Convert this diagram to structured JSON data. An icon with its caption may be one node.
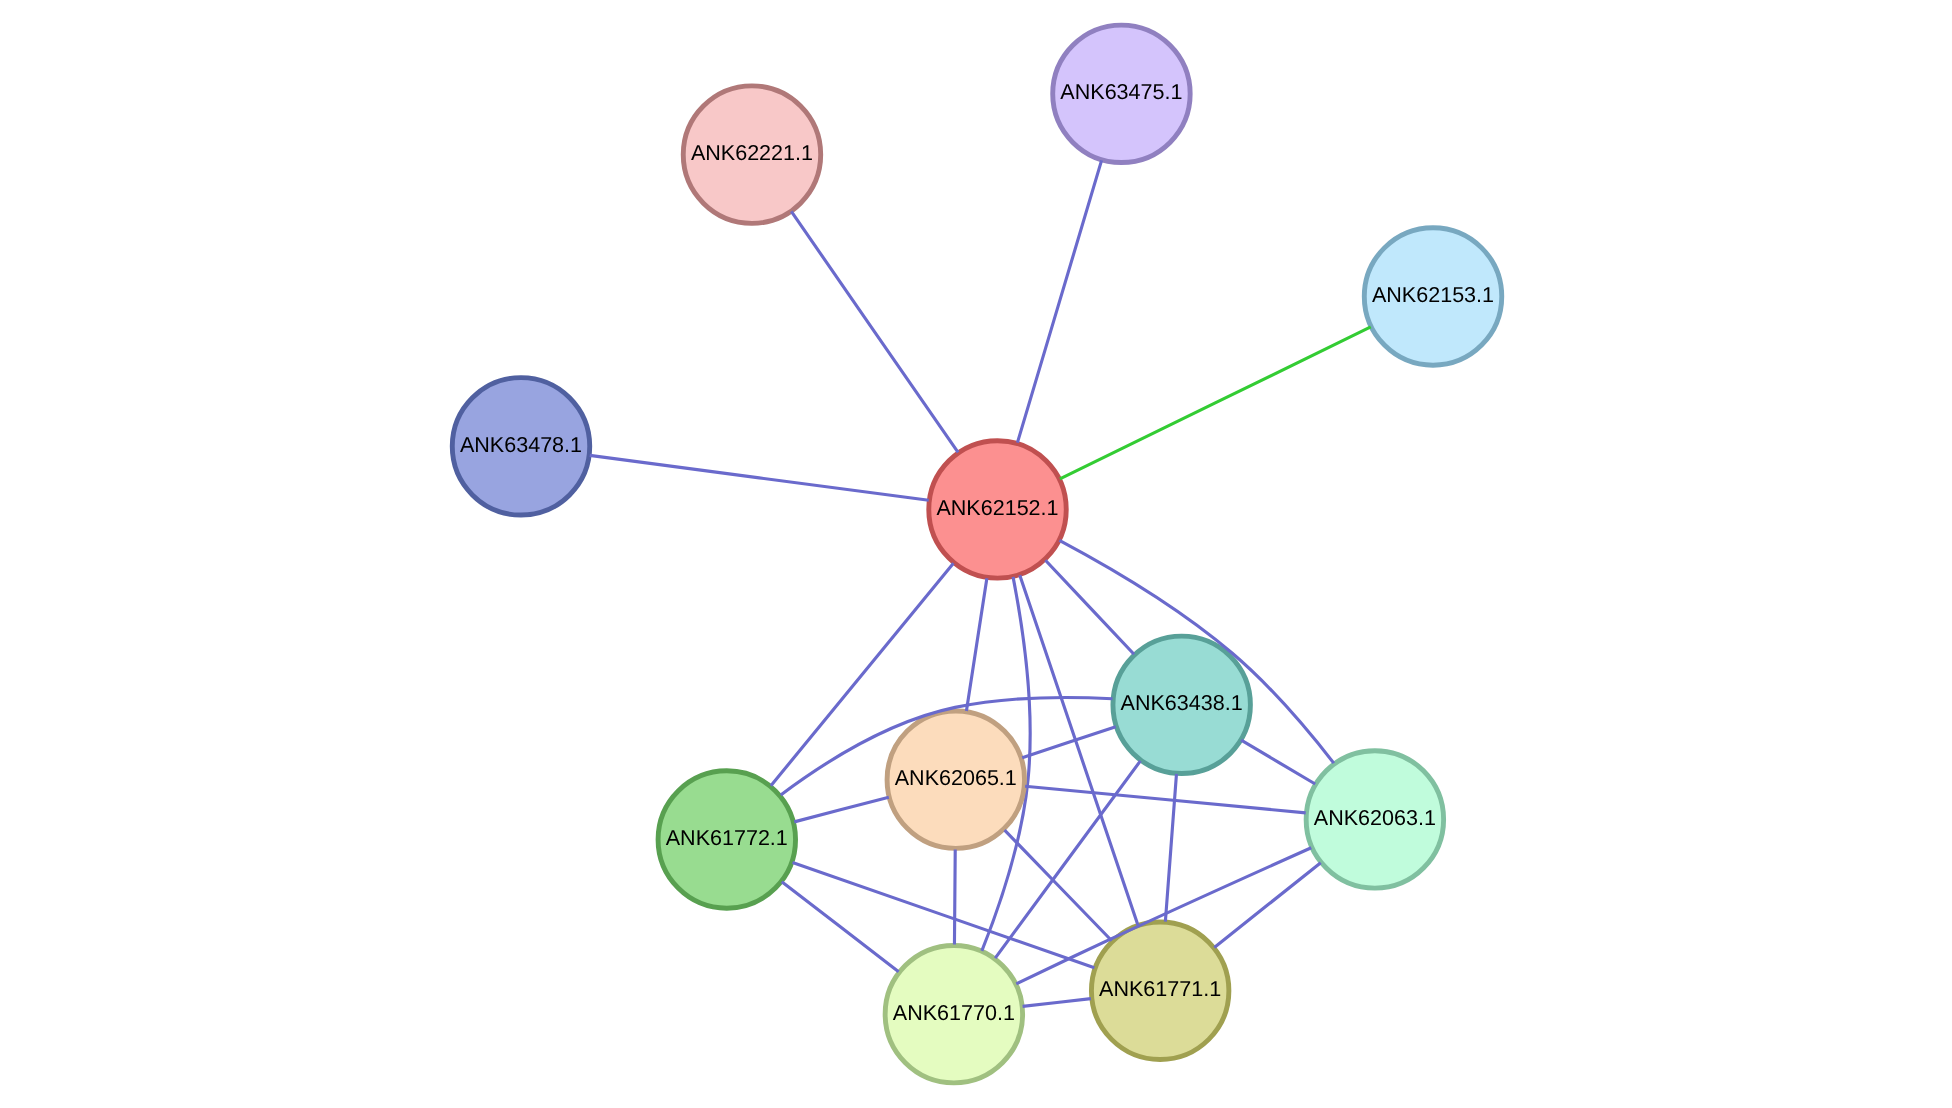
{
  "diagram": {
    "nodes": [
      {
        "text": [
          "ANK62221.1"
        ]
      },
      {
        "text": [
          "ANK62153.1"
        ]
      },
      {
        "text": [
          "ANK63478.1"
        ]
      },
      {
        "text": [
          "ANK63475.1"
        ]
      },
      {
        "text": [
          "ANK62152.1"
        ]
      },
      {
        "text": [
          "ANK61772.1"
        ]
      },
      {
        "text": [
          "ANK61771.1"
        ]
      },
      {
        "text": [
          "ANK63438.1"
        ]
      },
      {
        "text": [
          "ANK61770.1"
        ]
      },
      {
        "text": [
          "ANK62063.1"
        ]
      },
      {
        "text": [
          "ANK62065.1"
        ]
      }
    ],
    "edges": [
      {
        "from": 4,
        "to": 0,
        "arrow": "none"
      },
      {
        "from": 4,
        "to": 1,
        "arrow": "none",
        "color": "#33cc33"
      },
      {
        "from": 4,
        "to": 2,
        "arrow": "none"
      },
      {
        "from": 4,
        "to": 3,
        "arrow": "none"
      },
      {
        "from": 4,
        "to": 5,
        "arrow": "none"
      },
      {
        "from": 4,
        "to": 6,
        "arrow": "none"
      },
      {
        "from": 4,
        "to": 7,
        "arrow": "none"
      },
      {
        "from": 4,
        "to": 8,
        "arrow": "none"
      },
      {
        "from": 4,
        "to": 9,
        "arrow": "none"
      },
      {
        "from": 4,
        "to": 10,
        "arrow": "none"
      },
      {
        "from": 6,
        "to": 5,
        "arrow": "none"
      },
      {
        "from": 6,
        "to": 7,
        "arrow": "none"
      },
      {
        "from": 6,
        "to": 8,
        "arrow": "none"
      },
      {
        "from": 6,
        "to": 9,
        "arrow": "none"
      },
      {
        "from": 6,
        "to": 10,
        "arrow": "none"
      },
      {
        "from": 5,
        "to": 7,
        "arrow": "none"
      },
      {
        "from": 5,
        "to": 8,
        "arrow": "none"
      },
      {
        "from": 5,
        "to": 10,
        "arrow": "none"
      },
      {
        "from": 7,
        "to": 8,
        "arrow": "none"
      },
      {
        "from": 7,
        "to": 9,
        "arrow": "none"
      },
      {
        "from": 7,
        "to": 10,
        "arrow": "none"
      },
      {
        "from": 8,
        "to": 9,
        "arrow": "none"
      },
      {
        "from": 8,
        "to": 10,
        "arrow": "none"
      },
      {
        "from": 9,
        "to": 10,
        "arrow": "none"
      }
    ]
  }
}
